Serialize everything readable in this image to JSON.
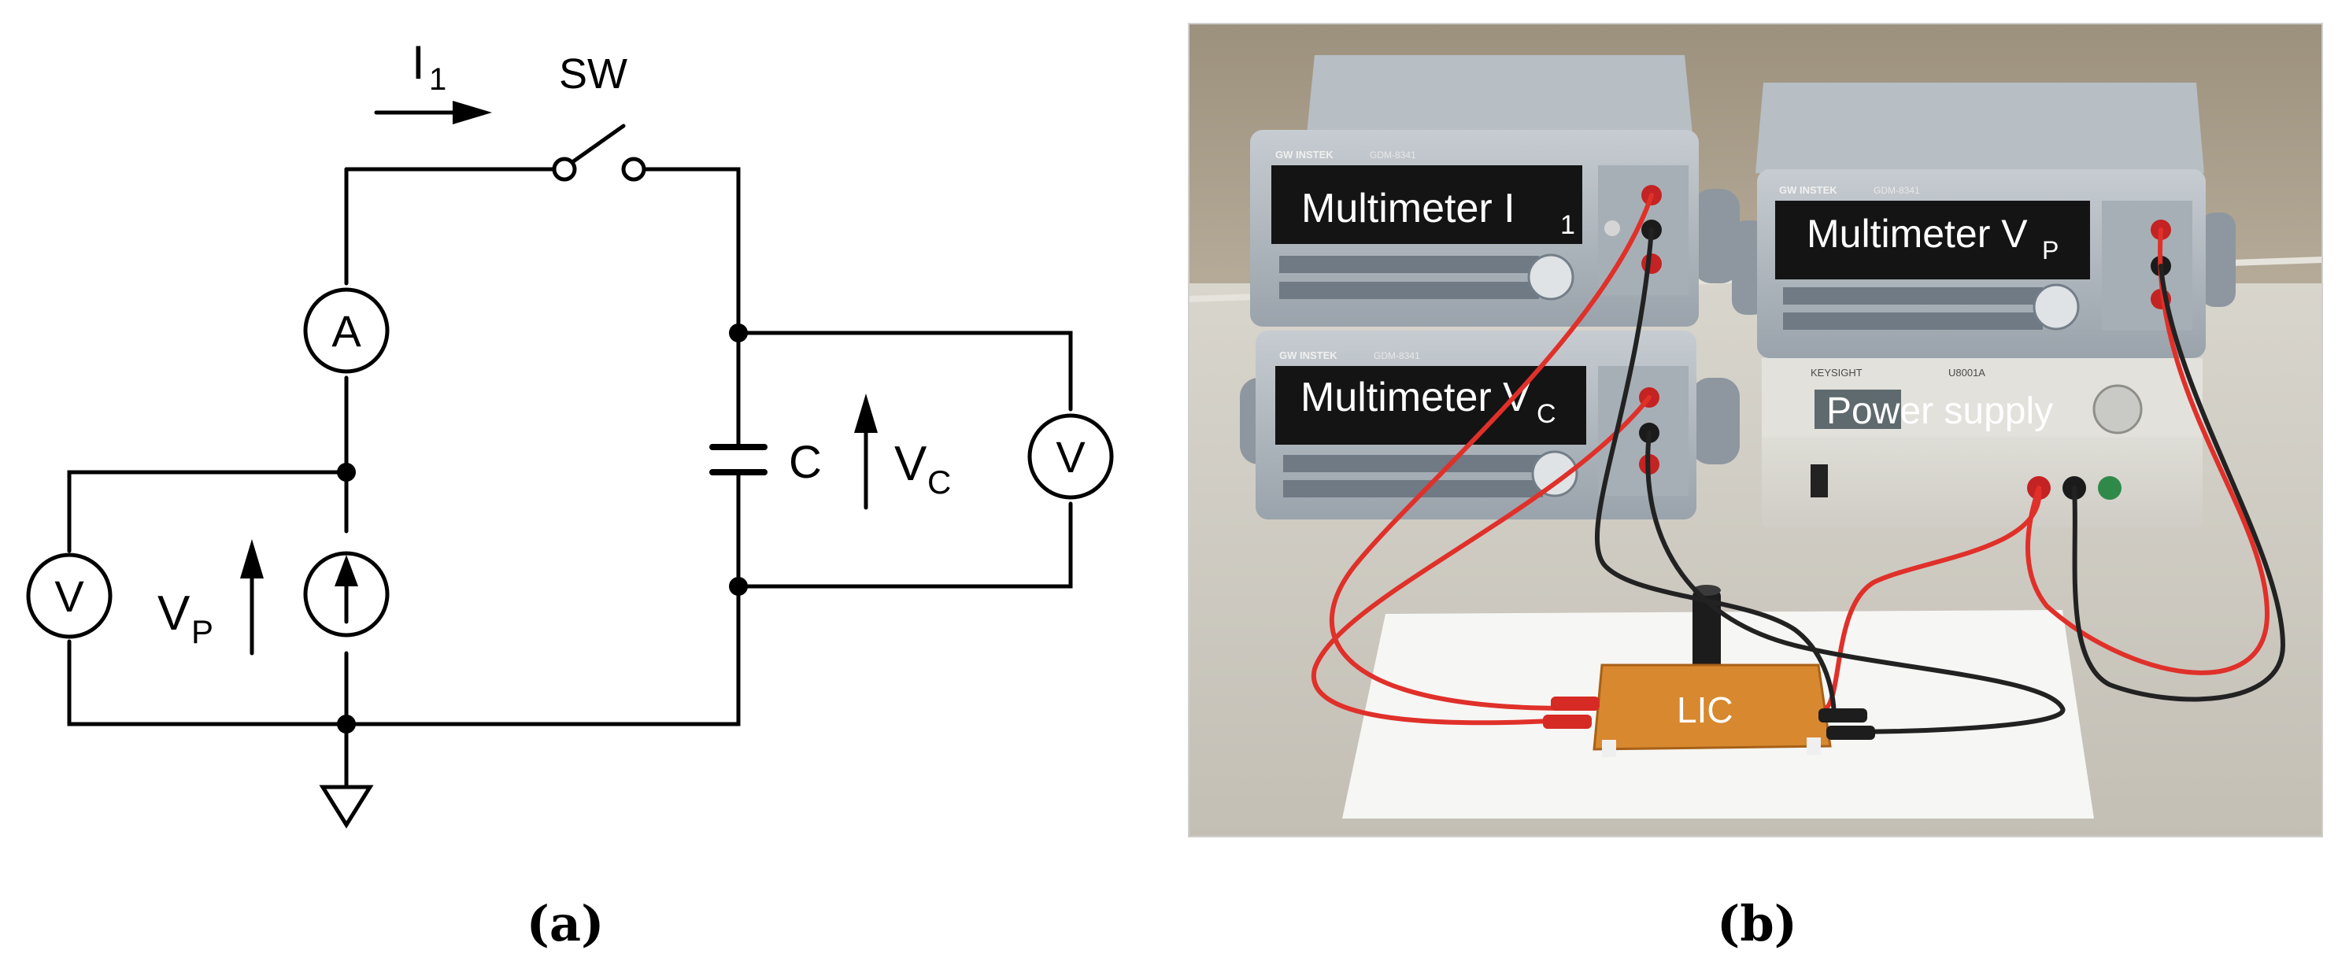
{
  "circuit": {
    "current_label": "I",
    "current_sub": "1",
    "switch_label": "SW",
    "ammeter_symbol": "A",
    "voltmeter_symbol": "V",
    "capacitor_label": "C",
    "vc_label": "V",
    "vc_sub": "C",
    "vp_label": "V",
    "vp_sub": "P"
  },
  "photo": {
    "meter_i1": "Multimeter I",
    "meter_i1_sub": "1",
    "meter_vp": "Multimeter V",
    "meter_vp_sub": "P",
    "meter_vc": "Multimeter V",
    "meter_vc_sub": "C",
    "power_supply": "Power supply",
    "lic": "LIC",
    "instek_brand": "GW INSTEK",
    "instek_model": "GDM-8341",
    "keysight_brand": "KEYSIGHT",
    "keysight_model": "U8001A"
  },
  "captions": {
    "a": "(a)",
    "b": "(b)"
  },
  "colors": {
    "wire_red": "#e0302a",
    "wire_black": "#222222",
    "meter_body": "#b9c0c6",
    "meter_panel": "#8d969e",
    "display": "#141414",
    "pcb": "#d9892f",
    "table": "#cfcbc2",
    "wall": "#a89d8a"
  }
}
